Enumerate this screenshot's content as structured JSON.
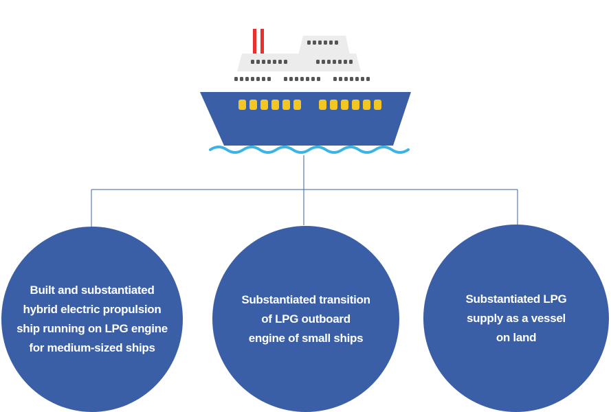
{
  "colors": {
    "hull": "#3a5fa6",
    "node": "#3a5fa6",
    "deck": "#ececec",
    "window_dark": "#555555",
    "window_lit": "#f3c622",
    "funnel": "#e8302e",
    "wave": "#3bb3e4",
    "connector": "#3a5fa6"
  },
  "ship": {
    "icon": "cruise-ship-icon"
  },
  "nodes": [
    {
      "lines": [
        "Built and substantiated",
        "hybrid electric propulsion",
        "ship running on LPG engine",
        "for medium-sized ships"
      ]
    },
    {
      "lines": [
        "Substantiated transition",
        "of LPG outboard",
        "engine of small ships"
      ]
    },
    {
      "lines": [
        "Substantiated LPG",
        "supply as a vessel",
        "on land"
      ]
    }
  ]
}
